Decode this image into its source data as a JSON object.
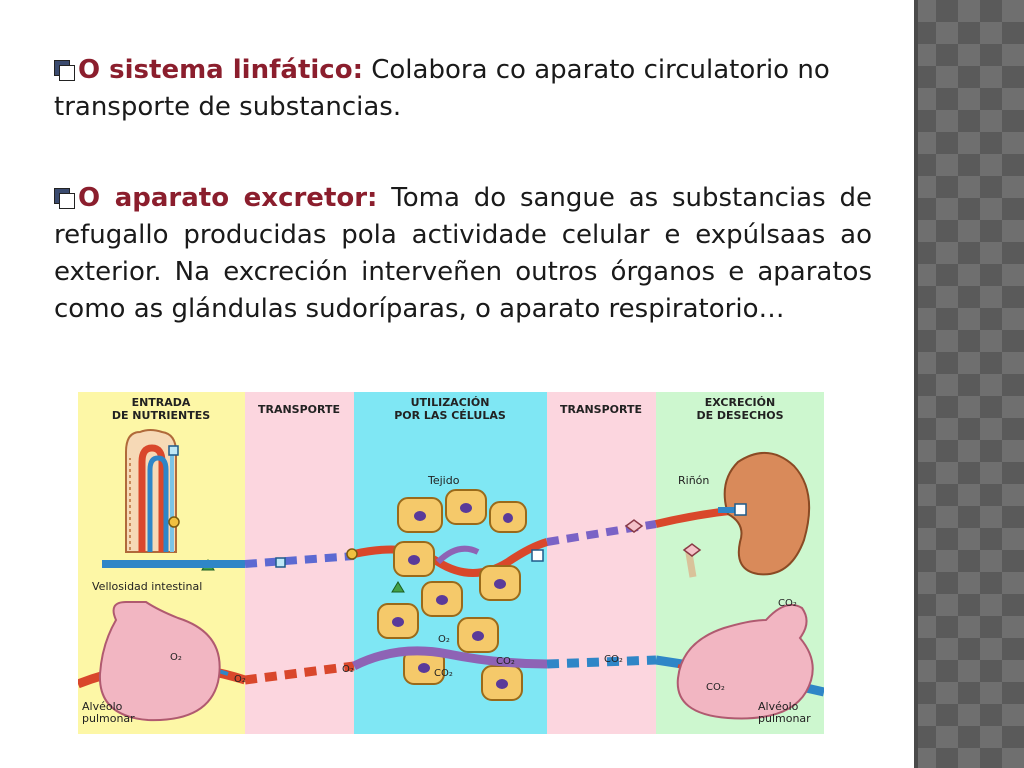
{
  "slide": {
    "items": [
      {
        "term": "O sistema linfático:",
        "text": " Colabora co aparato circulatorio no transporte de substancias."
      },
      {
        "term": "O aparato excretor:",
        "text": " Toma do sangue as substancias de refugallo producidas pola actividade celular e expúlsaas ao exterior. Na excreción interveñen outros órganos e aparatos como as glándulas sudoríparas, o aparato respiratorio…"
      }
    ]
  },
  "figure": {
    "columns": [
      {
        "line1": "ENTRADA",
        "line2": "DE NUTRIENTES",
        "color": "#fdf7a6"
      },
      {
        "line1": "TRANSPORTE",
        "line2": "",
        "color": "#fcd6df"
      },
      {
        "line1": "UTILIZACIÓN",
        "line2": "POR LAS CÉLULAS",
        "color": "#7fe7f4"
      },
      {
        "line1": "TRANSPORTE",
        "line2": "",
        "color": "#fcd6df"
      },
      {
        "line1": "EXCRECIÓN",
        "line2": "DE DESECHOS",
        "color": "#cdf7cf"
      }
    ],
    "labels": {
      "villus": "Vellosidad intestinal",
      "tissue": "Tejido",
      "kidney": "Riñón",
      "alveolus_left_1": "Alvéolo",
      "alveolus_left_2": "pulmonar",
      "alveolus_right_1": "Alvéolo",
      "alveolus_right_2": "pulmonar"
    },
    "gases": {
      "o2": "O₂",
      "co2": "CO₂"
    }
  }
}
